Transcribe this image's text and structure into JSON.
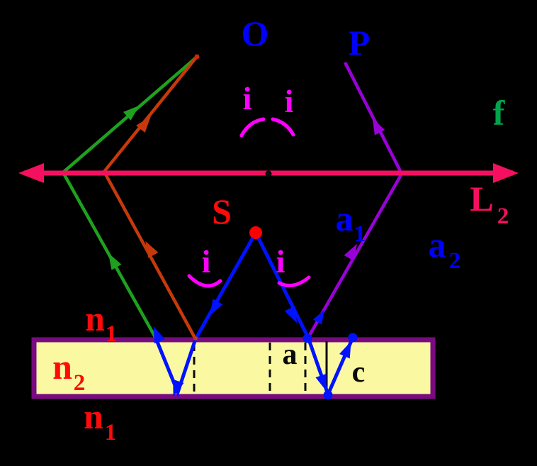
{
  "figure": {
    "description_labels": {
      "image_point": "O",
      "point_p": "P",
      "focal_plane": "f",
      "lens": {
        "main": "L",
        "sub": "2"
      },
      "source": "S",
      "angle_top_left": "i",
      "angle_top_right": "i",
      "angle_source_left": "i",
      "angle_source_right": "i",
      "ray_a1": {
        "main": "a",
        "sub": "1"
      },
      "ray_a2": {
        "main": "a",
        "sub": "2"
      },
      "medium_above": {
        "main": "n",
        "sub": "1"
      },
      "medium_film": {
        "main": "n",
        "sub": "2"
      },
      "medium_below": {
        "main": "n",
        "sub": "1"
      },
      "film_width": "a",
      "critical_angle": "c"
    },
    "colors": {
      "background": "#000000",
      "axis_pink": "#F5105F",
      "ray_green": "#1EA21E",
      "label_green": "#00A54B",
      "ray_orange": "#C8390A",
      "ray_purple": "#9902D6",
      "ray_blue": "#0012FF",
      "label_blue": "#0000FF",
      "label_red": "#FF0A0A",
      "source_dot_red": "#FF0000",
      "apex_dot_red": "#CC2A00",
      "angle_magenta": "#FF00FF",
      "film_fill": "#FAF9A2",
      "film_border": "#7A0A80",
      "normal_black": "#0A0A0A"
    }
  }
}
